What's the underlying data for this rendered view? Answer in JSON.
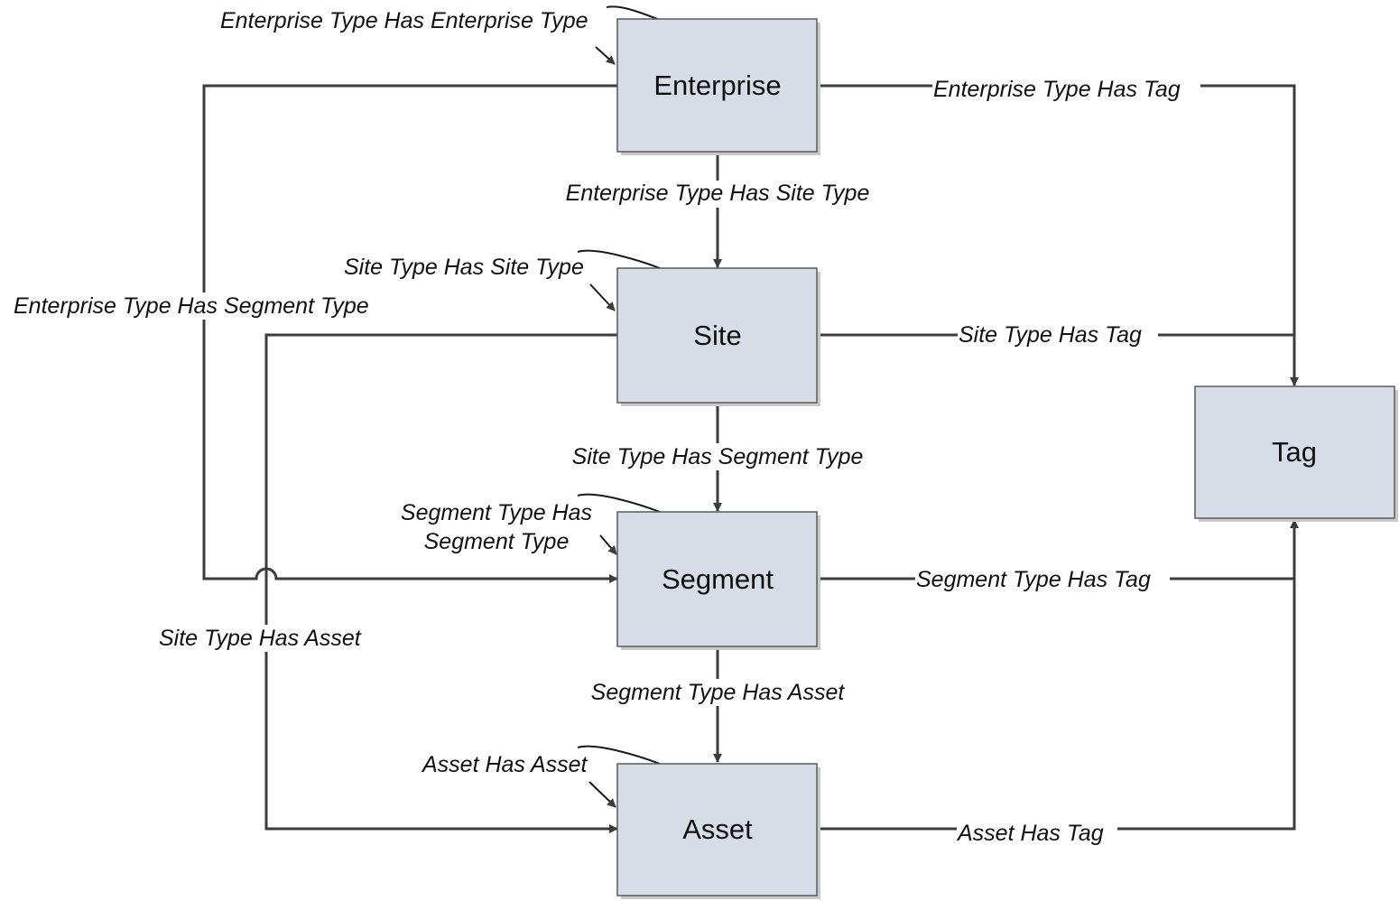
{
  "nodes": {
    "enterprise": "Enterprise",
    "site": "Site",
    "segment": "Segment",
    "asset": "Asset",
    "tag": "Tag"
  },
  "relationships": {
    "enterprise_self": "Enterprise Type Has Enterprise Type",
    "enterprise_tag": "Enterprise Type Has Tag",
    "enterprise_site": "Enterprise Type Has Site Type",
    "enterprise_segment": "Enterprise Type Has Segment Type",
    "site_self": "Site Type Has Site Type",
    "site_tag": "Site Type Has Tag",
    "site_segment": "Site Type Has Segment Type",
    "site_asset": "Site Type Has Asset",
    "segment_self_line1": "Segment Type Has",
    "segment_self_line2": "Segment Type",
    "segment_tag": "Segment Type Has Tag",
    "segment_asset": "Segment Type Has Asset",
    "asset_self": "Asset Has Asset",
    "asset_tag": "Asset Has Tag"
  },
  "colors": {
    "box_fill": "#d6dde6",
    "box_stroke": "#5a5a5a",
    "edge": "#3c3c3c"
  }
}
